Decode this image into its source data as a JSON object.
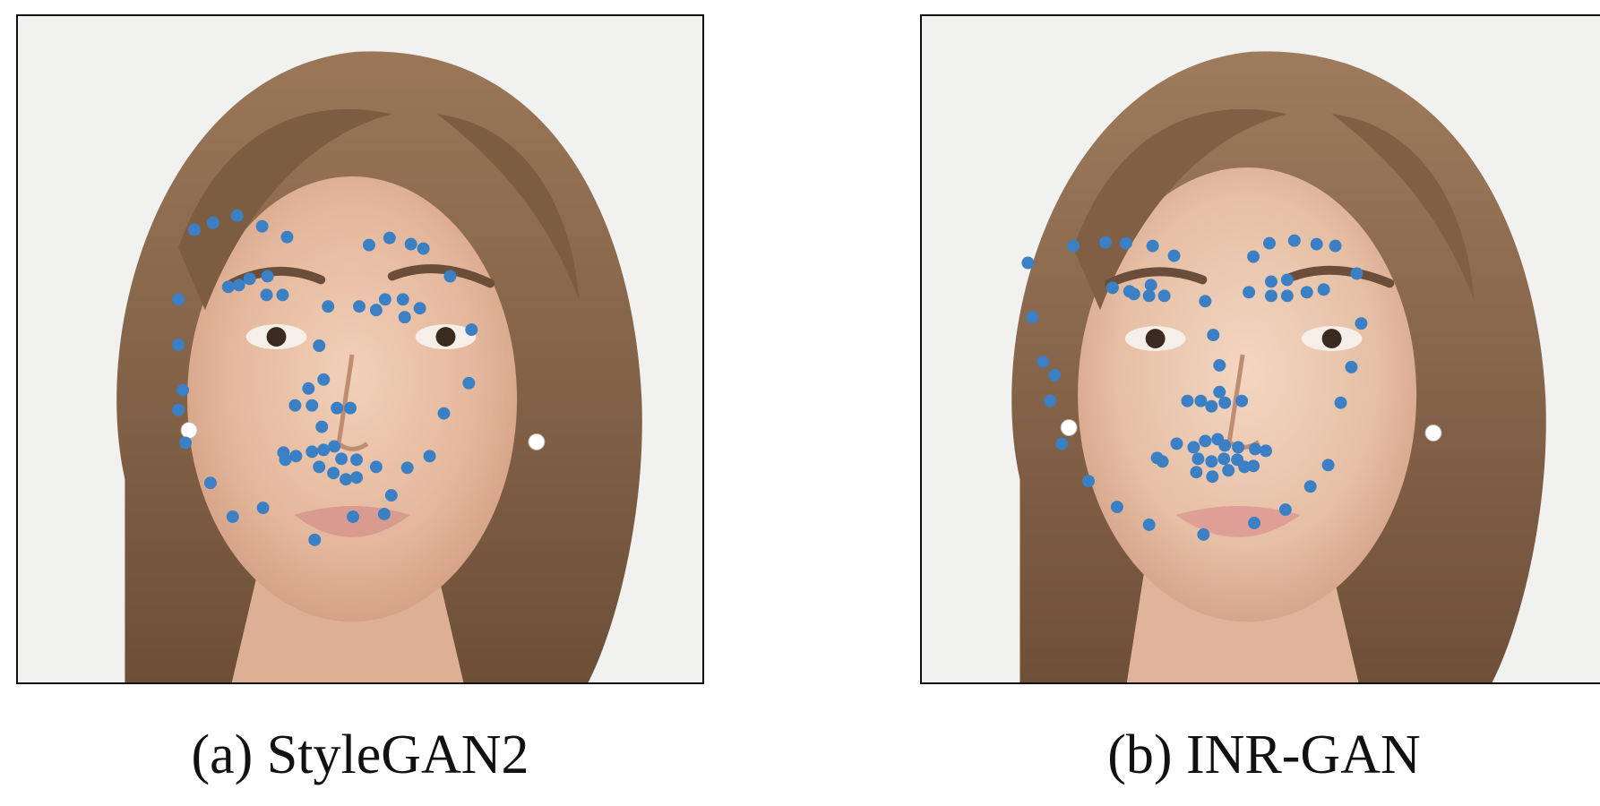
{
  "figure": {
    "panels": [
      {
        "id": "a",
        "caption": "(a) StyleGAN2"
      },
      {
        "id": "b",
        "caption": "(b) INR-GAN"
      }
    ],
    "colors": {
      "landmark": "#3b7fc4",
      "background": "#f1f2f0",
      "hair": "#8b6a4d",
      "skin": "#e7c1a8"
    }
  }
}
